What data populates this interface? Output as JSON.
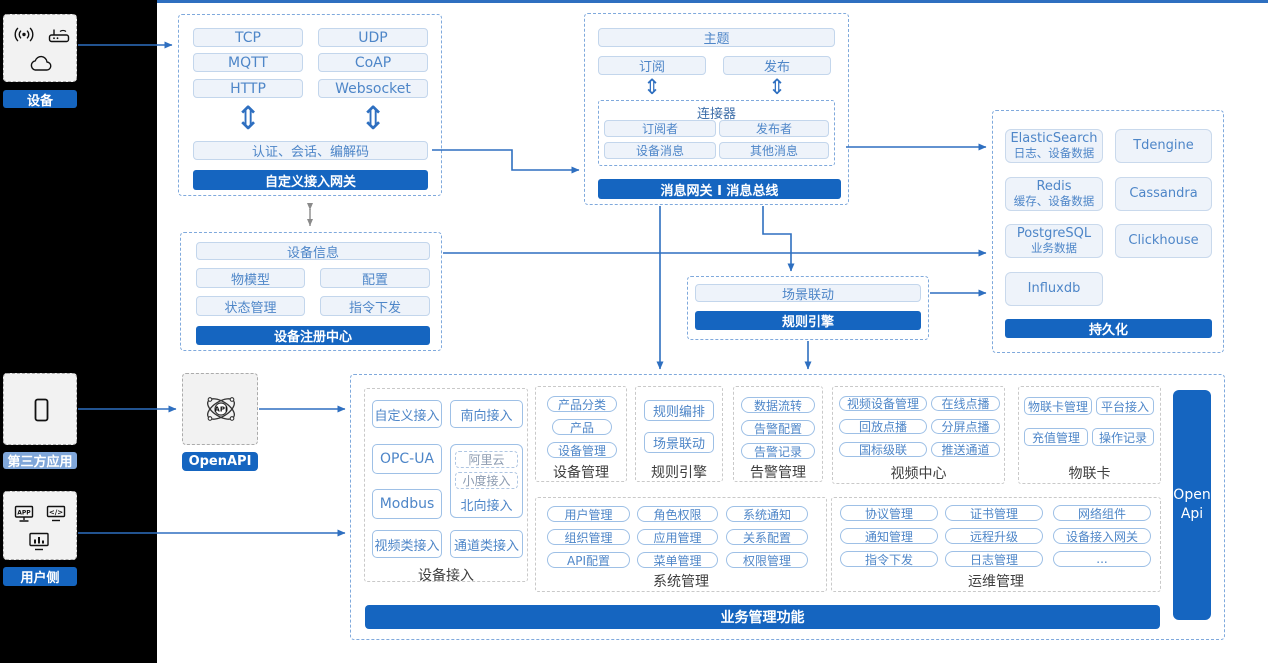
{
  "colors": {
    "brand_blue": "#1565C0",
    "arrow_blue": "#2E6FC0",
    "node_text_blue": "#4E86C8",
    "light_label_blue": "#7FA6D9"
  },
  "glyphs": {
    "updown": "⇕"
  },
  "left_rail": {
    "device": {
      "label": "设备"
    },
    "third_party": {
      "label": "第三方应用"
    },
    "user_side": {
      "label": "用户侧"
    }
  },
  "custom_gateway": {
    "protocols": [
      "TCP",
      "UDP",
      "MQTT",
      "CoAP",
      "HTTP",
      "Websocket"
    ],
    "middleware": "认证、会话、编解码",
    "title": "自定义接入网关"
  },
  "message_bus": {
    "topic": "主题",
    "subscribe": "订阅",
    "publish": "发布",
    "connector_title": "连接器",
    "connector_items": [
      "订阅者",
      "发布者",
      "设备消息",
      "其他消息"
    ],
    "title": "消息网关 I 消息总线"
  },
  "persistence": {
    "stores": [
      {
        "name": "ElasticSearch",
        "desc": "日志、设备数据"
      },
      {
        "name": "Tdengine"
      },
      {
        "name": "Redis",
        "desc": "缓存、设备数据"
      },
      {
        "name": "Cassandra"
      },
      {
        "name": "PostgreSQL",
        "desc": "业务数据"
      },
      {
        "name": "Clickhouse"
      },
      {
        "name": "Influxdb"
      }
    ],
    "title": "持久化"
  },
  "registry": {
    "device_info": "设备信息",
    "items": [
      "物模型",
      "配置",
      "状态管理",
      "指令下发"
    ],
    "title": "设备注册中心"
  },
  "rule_link": {
    "scene": "场景联动",
    "title": "规则引擎"
  },
  "openapi": {
    "label": "OpenAPI"
  },
  "business": {
    "title": "业务管理功能",
    "open_api": "Open Api",
    "device_access": {
      "label": "设备接入",
      "items": [
        "自定义接入",
        "南向接入",
        "OPC-UA",
        "Modbus",
        "视频类接入",
        "通道类接入"
      ],
      "north": {
        "label": "北向接入",
        "nested": [
          "阿里云",
          "小度接入"
        ]
      }
    },
    "device_mgmt": {
      "label": "设备管理",
      "items": [
        "产品分类",
        "产品",
        "设备管理"
      ]
    },
    "rule_engine": {
      "label": "规则引擎",
      "items": [
        "规则编排",
        "场景联动"
      ]
    },
    "alert_mgmt": {
      "label": "告警管理",
      "items": [
        "数据流转",
        "告警配置",
        "告警记录"
      ]
    },
    "video_center": {
      "label": "视频中心",
      "items": [
        "视频设备管理",
        "在线点播",
        "回放点播",
        "分屏点播",
        "国标级联",
        "推送通道"
      ]
    },
    "iot_card": {
      "label": "物联卡",
      "items": [
        "物联卡管理",
        "平台接入",
        "充值管理",
        "操作记录"
      ]
    },
    "system_mgmt": {
      "label": "系统管理",
      "items": [
        "用户管理",
        "角色权限",
        "系统通知",
        "组织管理",
        "应用管理",
        "关系配置",
        "API配置",
        "菜单管理",
        "权限管理"
      ]
    },
    "ops_mgmt": {
      "label": "运维管理",
      "items": [
        "协议管理",
        "证书管理",
        "网络组件",
        "通知管理",
        "远程升级",
        "设备接入网关",
        "指令下发",
        "日志管理",
        "..."
      ]
    }
  }
}
